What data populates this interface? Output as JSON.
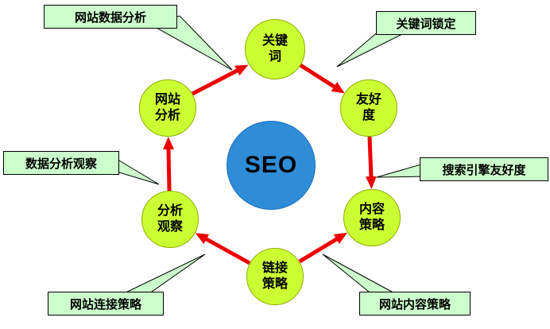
{
  "diagram": {
    "title": "SEO cycle diagram",
    "center": {
      "label": "SEO"
    },
    "nodes": [
      {
        "id": "keywords",
        "label": "关键\n词"
      },
      {
        "id": "friendliness",
        "label": "友好\n度"
      },
      {
        "id": "content-strategy",
        "label": "内容\n策略"
      },
      {
        "id": "link-strategy",
        "label": "链接\n策略"
      },
      {
        "id": "analysis-observation",
        "label": "分析\n观察"
      },
      {
        "id": "site-analysis",
        "label": "网站\n分析"
      }
    ],
    "callouts": [
      {
        "id": "site-data-analysis",
        "label": "网站数据分析"
      },
      {
        "id": "keyword-lock",
        "label": "关键词锁定"
      },
      {
        "id": "data-analysis-observe",
        "label": "数据分析观察"
      },
      {
        "id": "search-engine-friendly",
        "label": "搜索引擎友好度"
      },
      {
        "id": "site-link-strategy",
        "label": "网站连接策略"
      },
      {
        "id": "site-content-strategy",
        "label": "网站内容策略"
      }
    ],
    "colors": {
      "node_fill": "#ccff33",
      "node_border": "#8fae00",
      "center_fill": "#2f8dd8",
      "arrow": "#ee0000",
      "callout_fill": "#ccffcc",
      "callout_border": "#000000",
      "text": "#000000"
    }
  }
}
